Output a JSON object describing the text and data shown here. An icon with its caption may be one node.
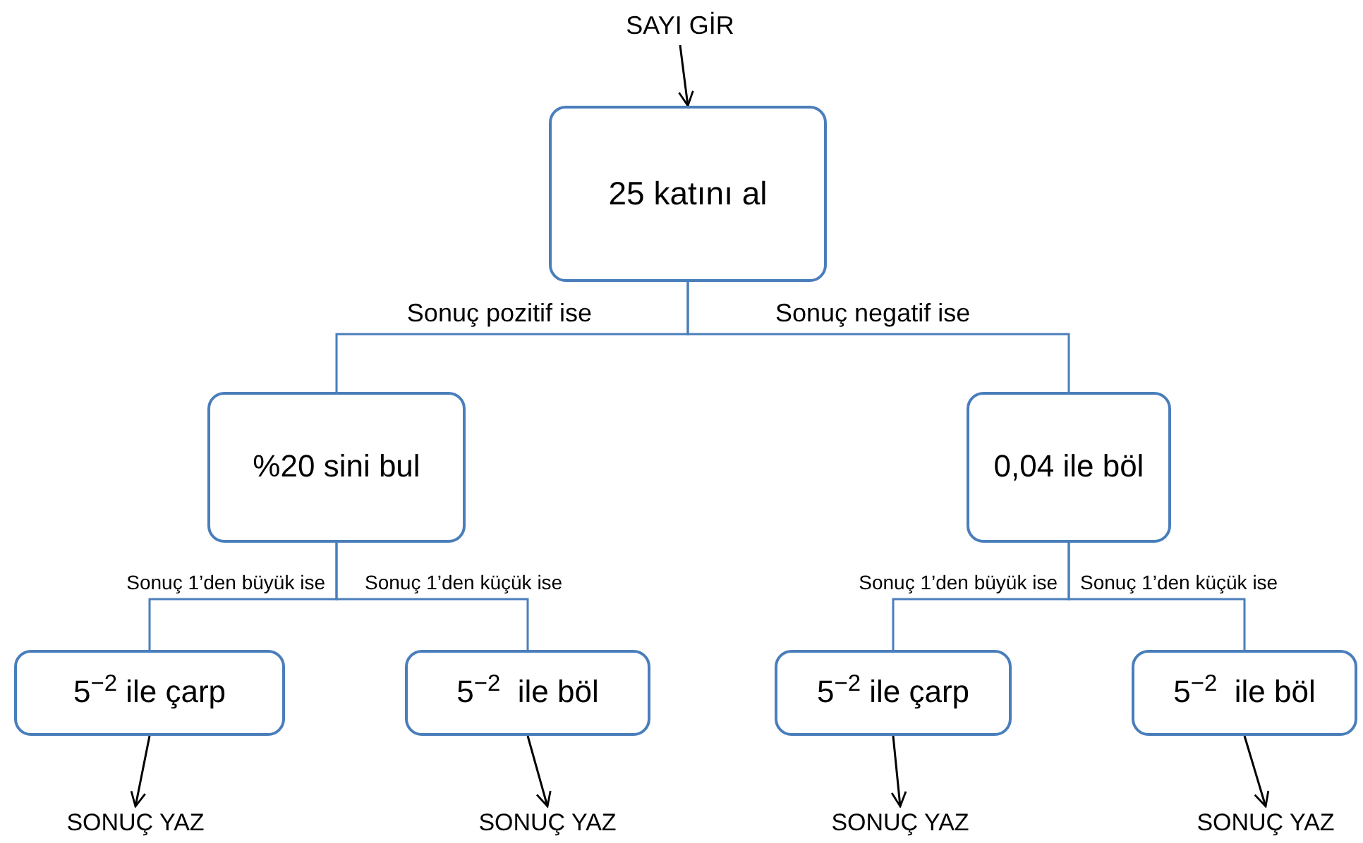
{
  "diagram": {
    "nodes": [
      {
        "text": [
          "SAYI GİR"
        ]
      },
      {
        "text": [
          "25 katını al"
        ]
      },
      {
        "text": [
          "%20 sini bul"
        ]
      },
      {
        "text": [
          "0,04 ile böl"
        ]
      },
      {
        "text": [
          "5$^{−2}$ ile çarp"
        ]
      },
      {
        "text": [
          "5$^{−2}$  ile böl"
        ]
      },
      {
        "text": [
          "5$^{−2}$ ile çarp"
        ]
      },
      {
        "text": [
          "5$^{−2}$  ile böl"
        ]
      },
      {
        "text": [
          "SONUÇ YAZ"
        ]
      },
      {
        "text": [
          "SONUÇ YAZ"
        ]
      },
      {
        "text": [
          "SONUÇ YAZ"
        ]
      },
      {
        "text": [
          "SONUÇ YAZ"
        ]
      }
    ],
    "edges": [
      {
        "from": 0,
        "to": 1,
        "arrow": "to",
        "color": "#000000"
      },
      {
        "from": 1,
        "to": 2,
        "arrow": "none",
        "label": "Sonuç pozitif ise"
      },
      {
        "from": 1,
        "to": 3,
        "arrow": "none",
        "label": "Sonuç negatif ise"
      },
      {
        "from": 2,
        "to": 4,
        "arrow": "none",
        "label": "Sonuç 1’den büyük ise"
      },
      {
        "from": 2,
        "to": 5,
        "arrow": "none",
        "label": "Sonuç 1’den küçük ise"
      },
      {
        "from": 3,
        "to": 6,
        "arrow": "none",
        "label": "Sonuç 1’den büyük ise"
      },
      {
        "from": 3,
        "to": 7,
        "arrow": "none",
        "label": "Sonuç 1’den küçük ise"
      },
      {
        "from": 4,
        "to": 8,
        "arrow": "to",
        "color": "#000000"
      },
      {
        "from": 5,
        "to": 9,
        "arrow": "to",
        "color": "#000000"
      },
      {
        "from": 6,
        "to": 10,
        "arrow": "to",
        "color": "#000000"
      },
      {
        "from": 7,
        "to": 11,
        "arrow": "to",
        "color": "#000000"
      }
    ]
  }
}
